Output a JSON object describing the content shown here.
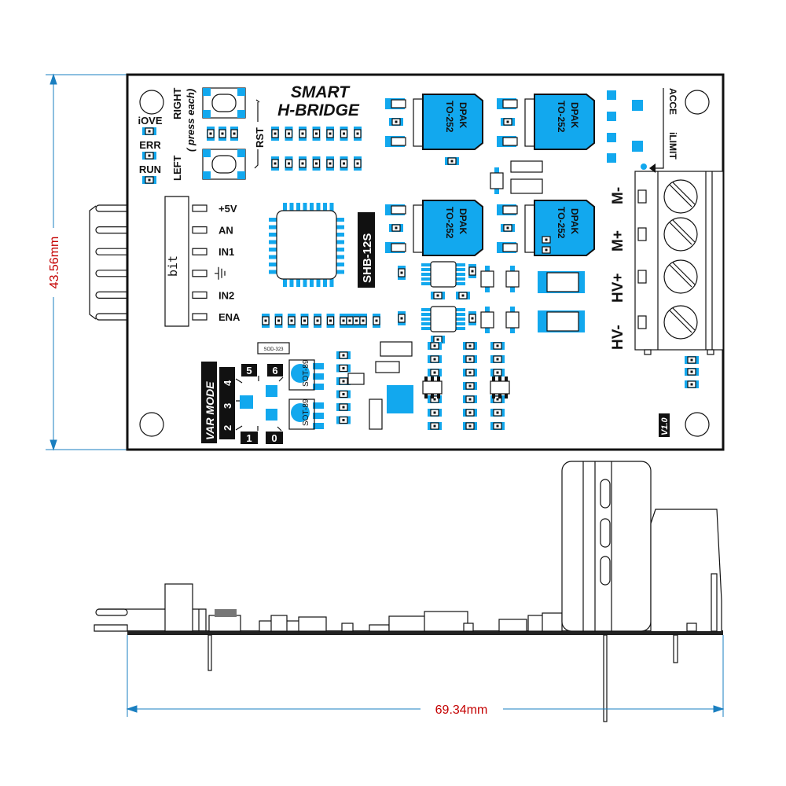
{
  "dimensions": {
    "height": "43.56mm",
    "width": "69.34mm"
  },
  "title": {
    "line1": "SMART",
    "line2": "H-BRIDGE"
  },
  "model_label": "SHB-12S",
  "version_label": "V1.0",
  "leds": [
    "iOVE",
    "ERR",
    "RUN"
  ],
  "buttons": {
    "right": "RIGHT",
    "left": "LEFT",
    "note": "( press each)",
    "reset": "RST"
  },
  "header": {
    "label": "bit",
    "pins": [
      "+5V",
      "AN",
      "IN1",
      "GND",
      "IN2",
      "ENA"
    ]
  },
  "dpak": {
    "line1": "DPAK",
    "line2": "TO-252"
  },
  "sot": "SOT-89",
  "diode": "SOD-323",
  "var_mode": {
    "title": "VAR MODE",
    "positions": [
      "5",
      "6",
      "4",
      "3",
      "2",
      "1",
      "0"
    ]
  },
  "pots": [
    "ACCE",
    "iLIMIT"
  ],
  "terminals": [
    "HV-",
    "HV+",
    "M+",
    "M-"
  ],
  "colors": {
    "pad": "#12a8ee",
    "dimension_line": "#1a7fc0",
    "dimension_text": "#c40000"
  }
}
